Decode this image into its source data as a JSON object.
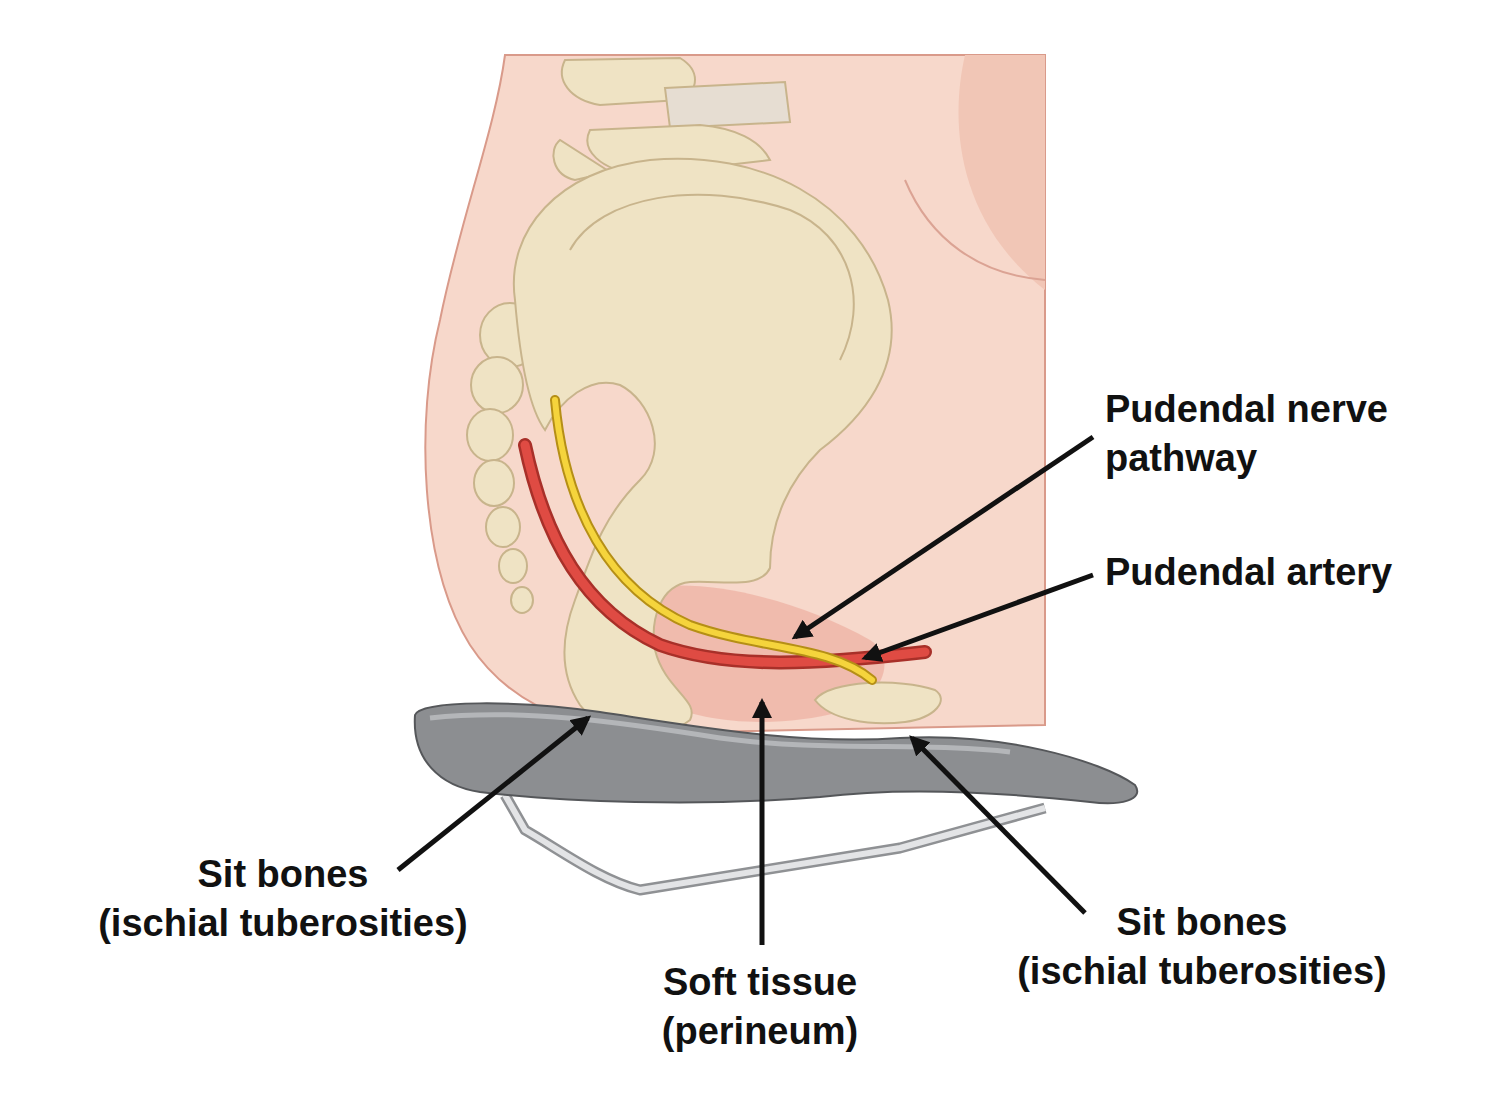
{
  "diagram": {
    "labels": [
      "Pudendal nerve pathway",
      "Pudendal artery",
      "Sit bones (ischial tuberosities)",
      "Soft tissue (perineum)",
      "Sit bones (ischial tuberosities)"
    ]
  }
}
